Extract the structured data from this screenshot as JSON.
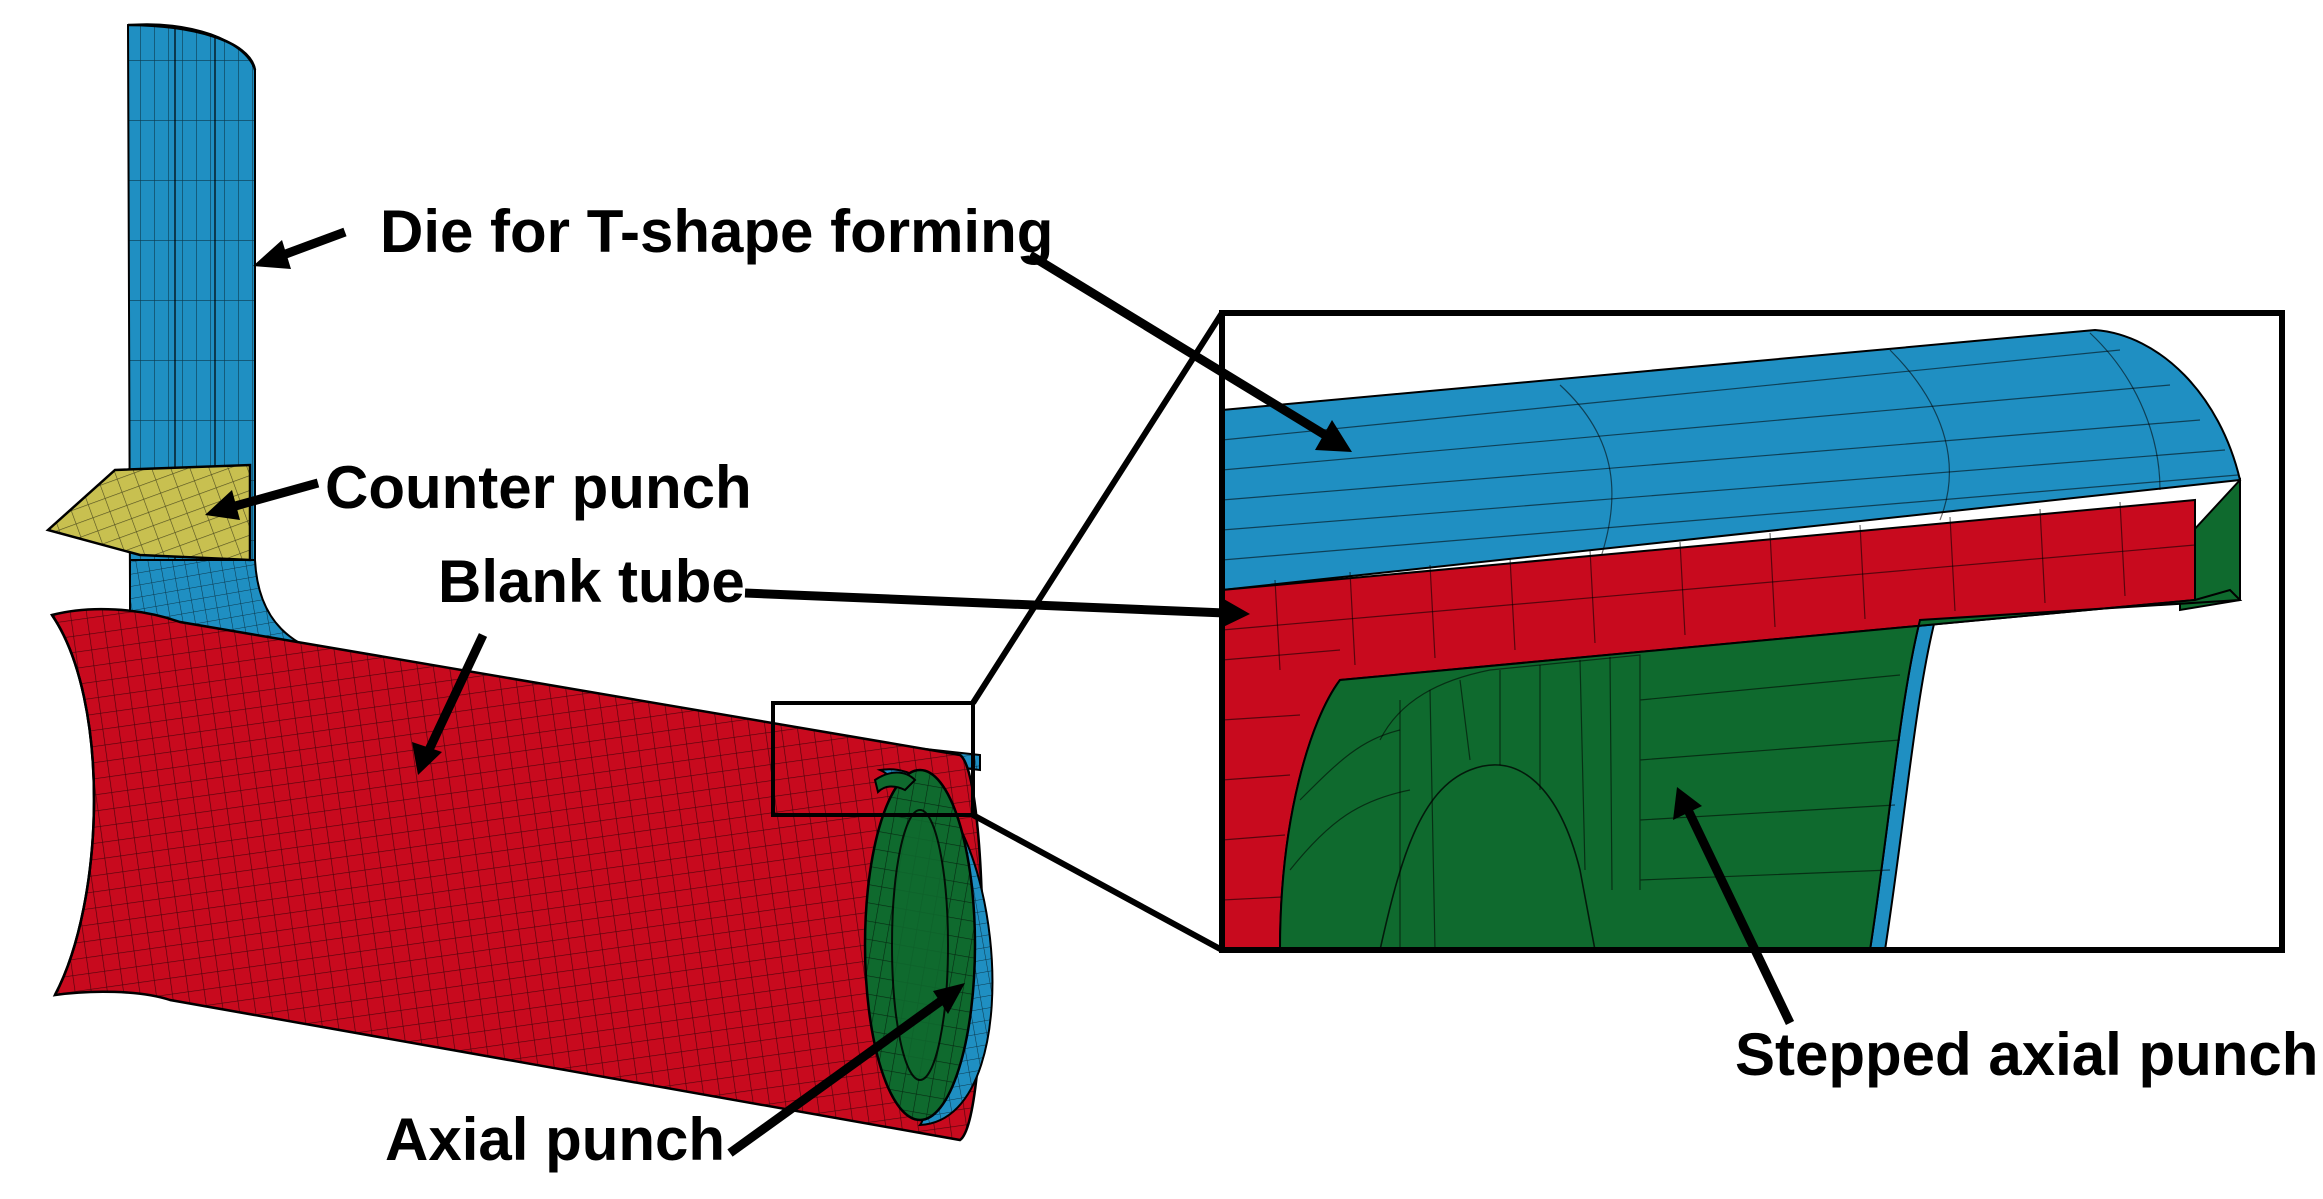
{
  "labels": {
    "die": "Die for T-shape forming",
    "counter_punch": "Counter punch",
    "blank_tube": "Blank tube",
    "axial_punch": "Axial punch",
    "stepped_axial_punch": "Stepped axial punch"
  },
  "colors": {
    "die": "#1f8fc2",
    "counter_punch": "#c8c050",
    "blank_tube": "#c80a1e",
    "axial_punch": "#0f6a2e",
    "mesh": "#000000",
    "background": "#ffffff"
  }
}
